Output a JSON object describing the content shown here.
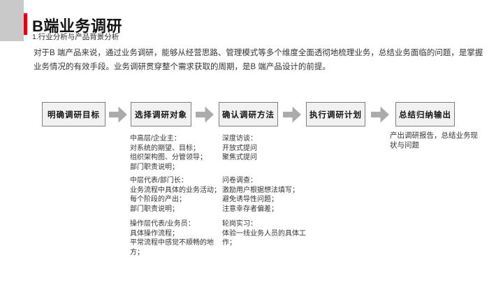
{
  "slide": {
    "title": "B端业务调研",
    "subtitle": "1.行业分析与产品背景分析",
    "intro": "对于B 端产品来说，通过业务调研，能够从经营思路、管理模式等多个维度全面透彻地梳理业务，总结业务面临的问题，是掌握业务情况的有效手段。业务调研贯穿整个需求获取的周期，是B 端产品设计的前提。",
    "colors": {
      "accent_red": "#e3000f",
      "flow_box_fill": "#f1f1f1",
      "flow_box_border": "#7d7d7d",
      "arrow_gray": "#ababab",
      "corner_gray": "#c9c9c9",
      "title_text": "#141414",
      "body_text": "#333333"
    }
  },
  "flow": {
    "steps": [
      {
        "label": "明确调研目标"
      },
      {
        "label": "选择调研对象"
      },
      {
        "label": "确认调研方法"
      },
      {
        "label": "执行调研计划"
      },
      {
        "label": "总结归纳输出"
      }
    ]
  },
  "details": {
    "targets": {
      "groups": [
        {
          "title": "中高层/企业主：",
          "lines": [
            "对系统的期望、目标；",
            "组织架构图、分管领导；",
            "部门职责说明；"
          ]
        },
        {
          "title": "中层代表/部门长：",
          "lines": [
            "业务流程中具体的业务活动；",
            "每个阶段的产出；",
            "部门职责说明；"
          ]
        },
        {
          "title": "操作层代表/业务员：",
          "lines": [
            "具体操作流程；",
            "平常流程中感觉不顺畅的地方；"
          ]
        }
      ]
    },
    "methods": {
      "groups": [
        {
          "title": "深度访谈：",
          "lines": [
            "开放式提问",
            "聚焦式提问"
          ]
        },
        {
          "title": "问卷调查：",
          "lines": [
            "激励用户根据想法填写；",
            "避免诱导性问题；",
            "注意幸存者偏差；"
          ]
        },
        {
          "title": "轮岗实习：",
          "lines": [
            "体验一线业务人员的具体工作；"
          ]
        }
      ]
    },
    "output_note": "产出调研报告，总结业务现状与问题"
  }
}
